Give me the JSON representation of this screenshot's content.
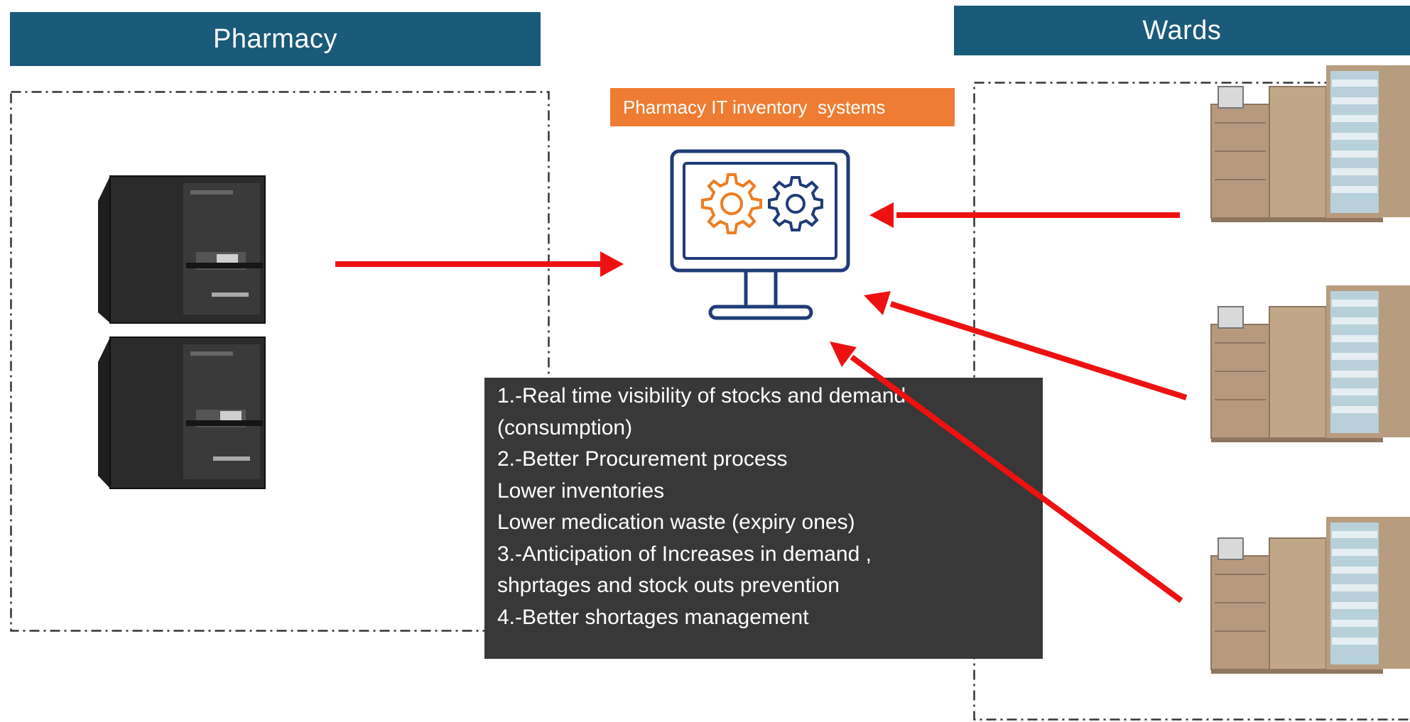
{
  "colors": {
    "header_bg": "#1a5a7a",
    "label_bg": "#ee7d33",
    "benefits_bg": "#383838",
    "arrow": "#ee1111",
    "monitor": "#1f3c78",
    "gear_orange": "#ee7d22",
    "gear_blue": "#1f3c78"
  },
  "headers": {
    "pharmacy": "Pharmacy",
    "wards": "Wards"
  },
  "it_system": {
    "label": "Pharmacy IT inventory  systems",
    "icon": "monitor-gears-icon"
  },
  "benefits": {
    "lines": [
      "1.-Real time visibility of stocks and demand",
      "(consumption)",
      "2.-Better Procurement process",
      "Lower inventories",
      "Lower medication waste (expiry ones)",
      "3.-Anticipation of Increases in demand ,",
      "shprtages and stock outs prevention",
      "4.-Better shortages management"
    ]
  },
  "pharmacy_devices": [
    {
      "icon": "automated-dispensing-machine-icon"
    },
    {
      "icon": "automated-dispensing-machine-icon"
    }
  ],
  "ward_devices": [
    {
      "icon": "medication-cabinet-icon"
    },
    {
      "icon": "medication-cabinet-icon"
    },
    {
      "icon": "medication-cabinet-icon"
    }
  ]
}
